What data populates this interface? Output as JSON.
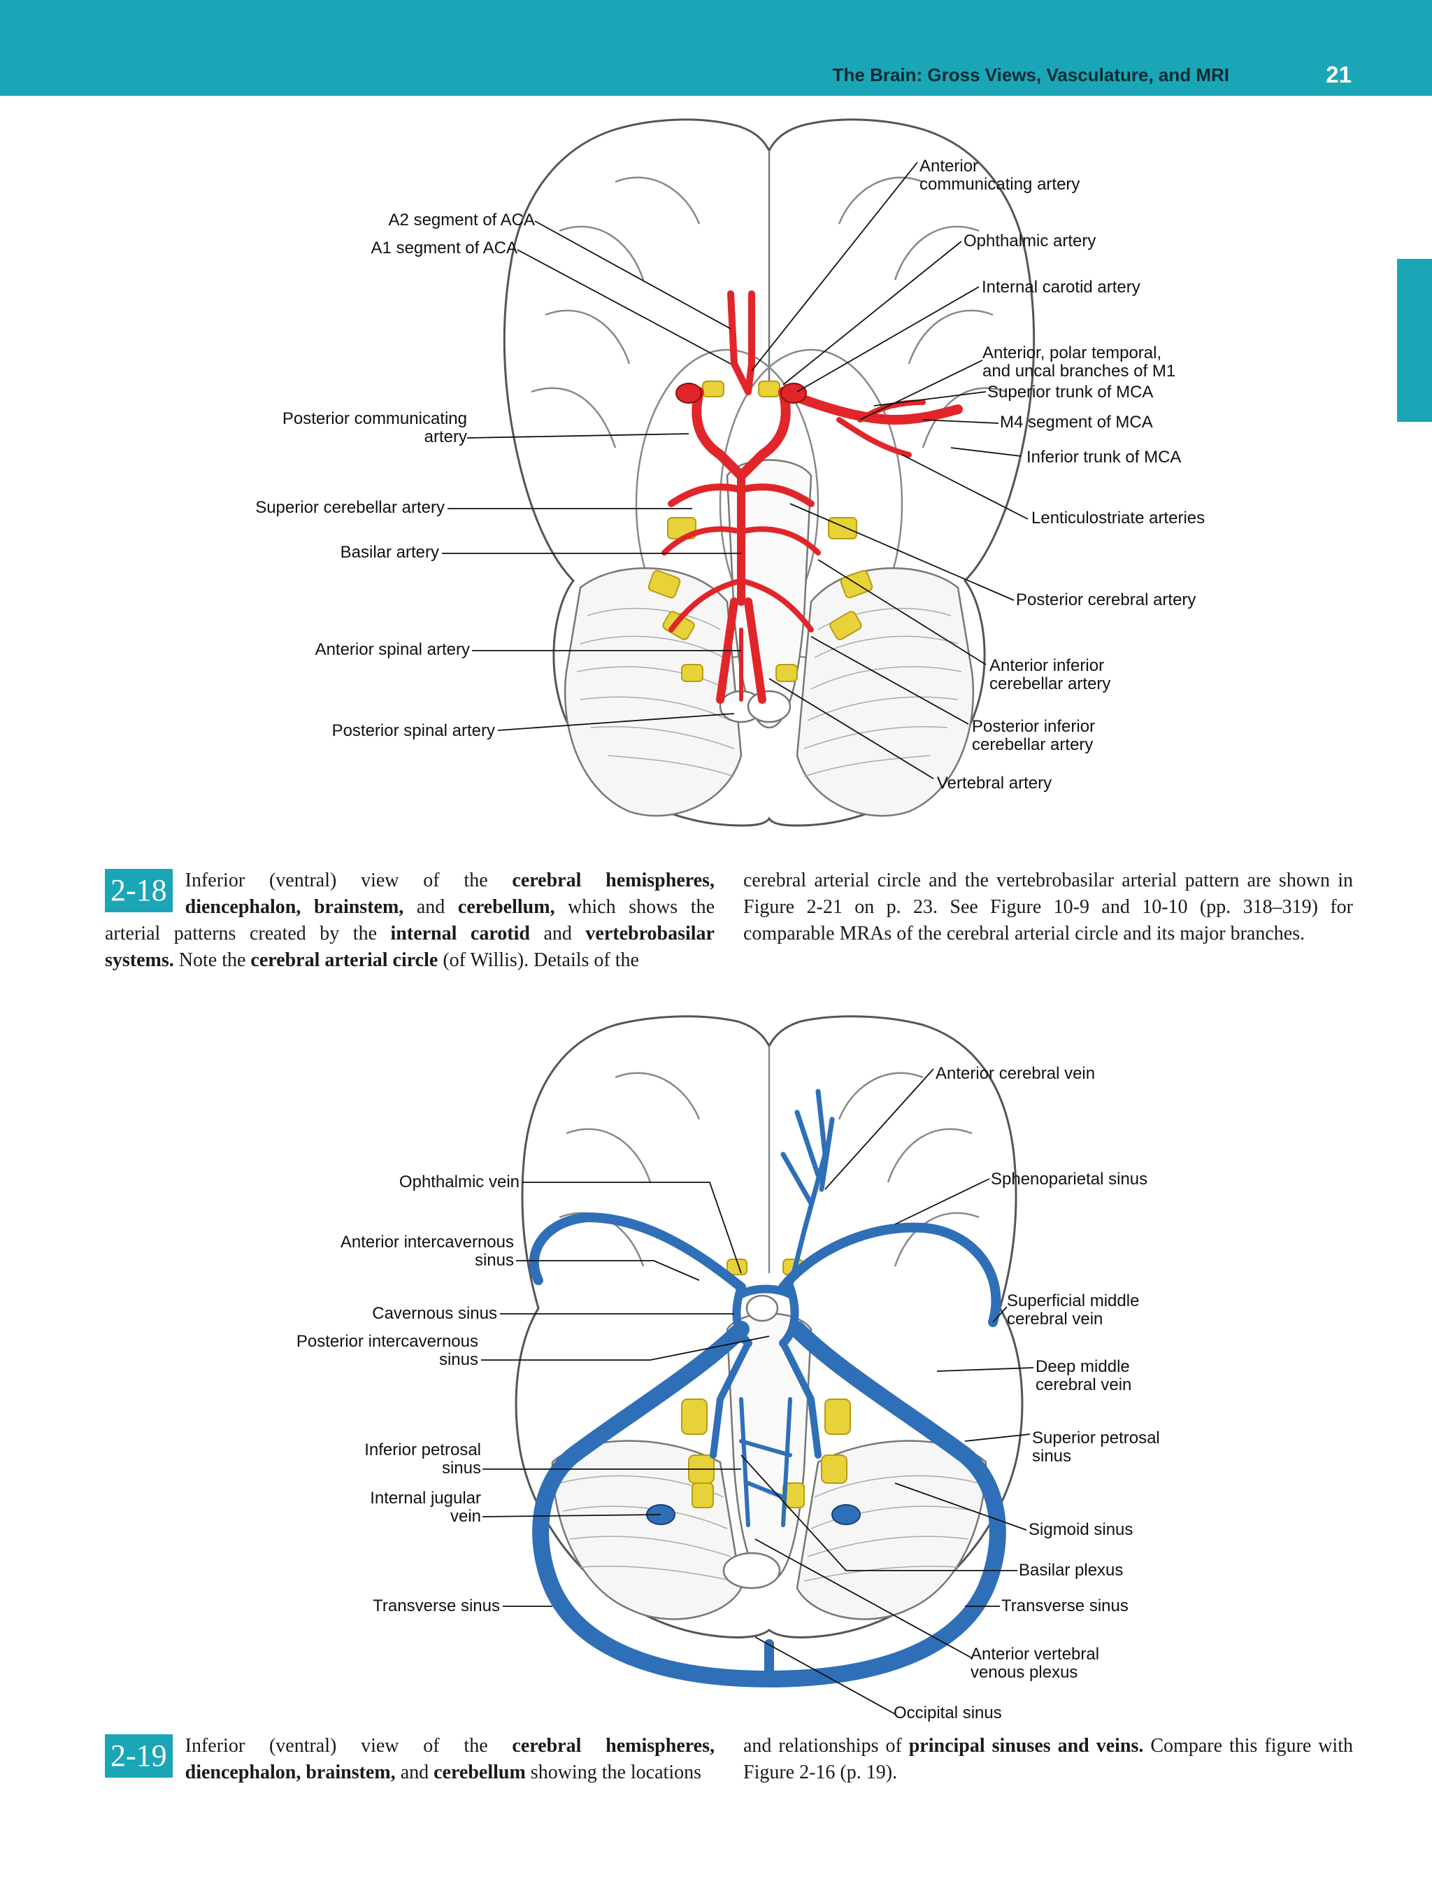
{
  "header": {
    "title": "The Brain: Gross Views, Vasculature, and MRI",
    "page_number": "21"
  },
  "figure_18": {
    "number": "2-18",
    "labels": {
      "a2": "A2 segment of ACA",
      "a1": "A1 segment of ACA",
      "pcom_1": "Posterior communicating",
      "pcom_2": "artery",
      "sca": "Superior cerebellar artery",
      "basilar": "Basilar artery",
      "asa": "Anterior spinal artery",
      "psa": "Posterior spinal artery",
      "acom_1": "Anterior",
      "acom_2": "communicating artery",
      "ophthalmic": "Ophthalmic artery",
      "ica": "Internal carotid artery",
      "polar_1": "Anterior, polar temporal,",
      "polar_2": "and uncal branches of M1",
      "sup_trunk": "Superior trunk of MCA",
      "m4": "M4 segment of MCA",
      "inf_trunk": "Inferior trunk of MCA",
      "lenticulo": "Lenticulostriate arteries",
      "pca": "Posterior cerebral artery",
      "aica_1": "Anterior inferior",
      "aica_2": "cerebellar artery",
      "pica_1": "Posterior inferior",
      "pica_2": "cerebellar artery",
      "vertebral": "Vertebral artery"
    },
    "caption": {
      "p1": "Inferior (ventral) view of the ",
      "b1": "cerebral hemispheres, diencephalon, brainstem,",
      "p2": " and ",
      "b2": "cerebellum,",
      "p3": " which shows the arterial patterns created by the ",
      "b3": "internal carotid",
      "p4": " and ",
      "b4": "vertebrobasilar systems.",
      "p5": " Note the ",
      "b5": "cerebral arterial circle",
      "p6": " (of Willis). Details of the ",
      "right": "cerebral arterial circle and the vertebrobasilar arterial pattern are shown in Figure 2-21 on p. 23. See Figure 10-9 and 10-10 (pp. 318–319) for comparable MRAs of the cerebral arterial circle and its major branches."
    }
  },
  "figure_19": {
    "number": "2-19",
    "labels": {
      "ophthalmic_vein": "Ophthalmic vein",
      "ant_interc_1": "Anterior intercavernous",
      "ant_interc_2": "sinus",
      "cavernous": "Cavernous sinus",
      "post_interc_1": "Posterior intercavernous",
      "post_interc_2": "sinus",
      "inf_petrosal_1": "Inferior petrosal",
      "inf_petrosal_2": "sinus",
      "ijv_1": "Internal jugular",
      "ijv_2": "vein",
      "transverse_l": "Transverse sinus",
      "ant_cerebral_vein": "Anterior cerebral vein",
      "sphenoparietal": "Sphenoparietal sinus",
      "smcv_1": "Superficial middle",
      "smcv_2": "cerebral vein",
      "dmcv_1": "Deep middle",
      "dmcv_2": "cerebral vein",
      "sup_petrosal_1": "Superior petrosal",
      "sup_petrosal_2": "sinus",
      "sigmoid": "Sigmoid sinus",
      "basilar_plexus": "Basilar plexus",
      "transverse_r": "Transverse sinus",
      "avp_1": "Anterior vertebral",
      "avp_2": "venous plexus",
      "occipital": "Occipital sinus"
    },
    "caption": {
      "p1": "Inferior (ventral) view of the ",
      "b1": "cerebral hemispheres, diencephalon, brainstem,",
      "p2": " and ",
      "b2": "cerebellum",
      "p3": " showing the locations",
      "r1": "and relationships of ",
      "rb1": "principal sinuses and veins.",
      "r2": " Compare this figure with Figure 2-16 (p. 19)."
    }
  },
  "colors": {
    "accent": "#1aa6b7",
    "artery": "#e0262a",
    "vein": "#2f6fb8",
    "nerve": "#e8d23a"
  }
}
